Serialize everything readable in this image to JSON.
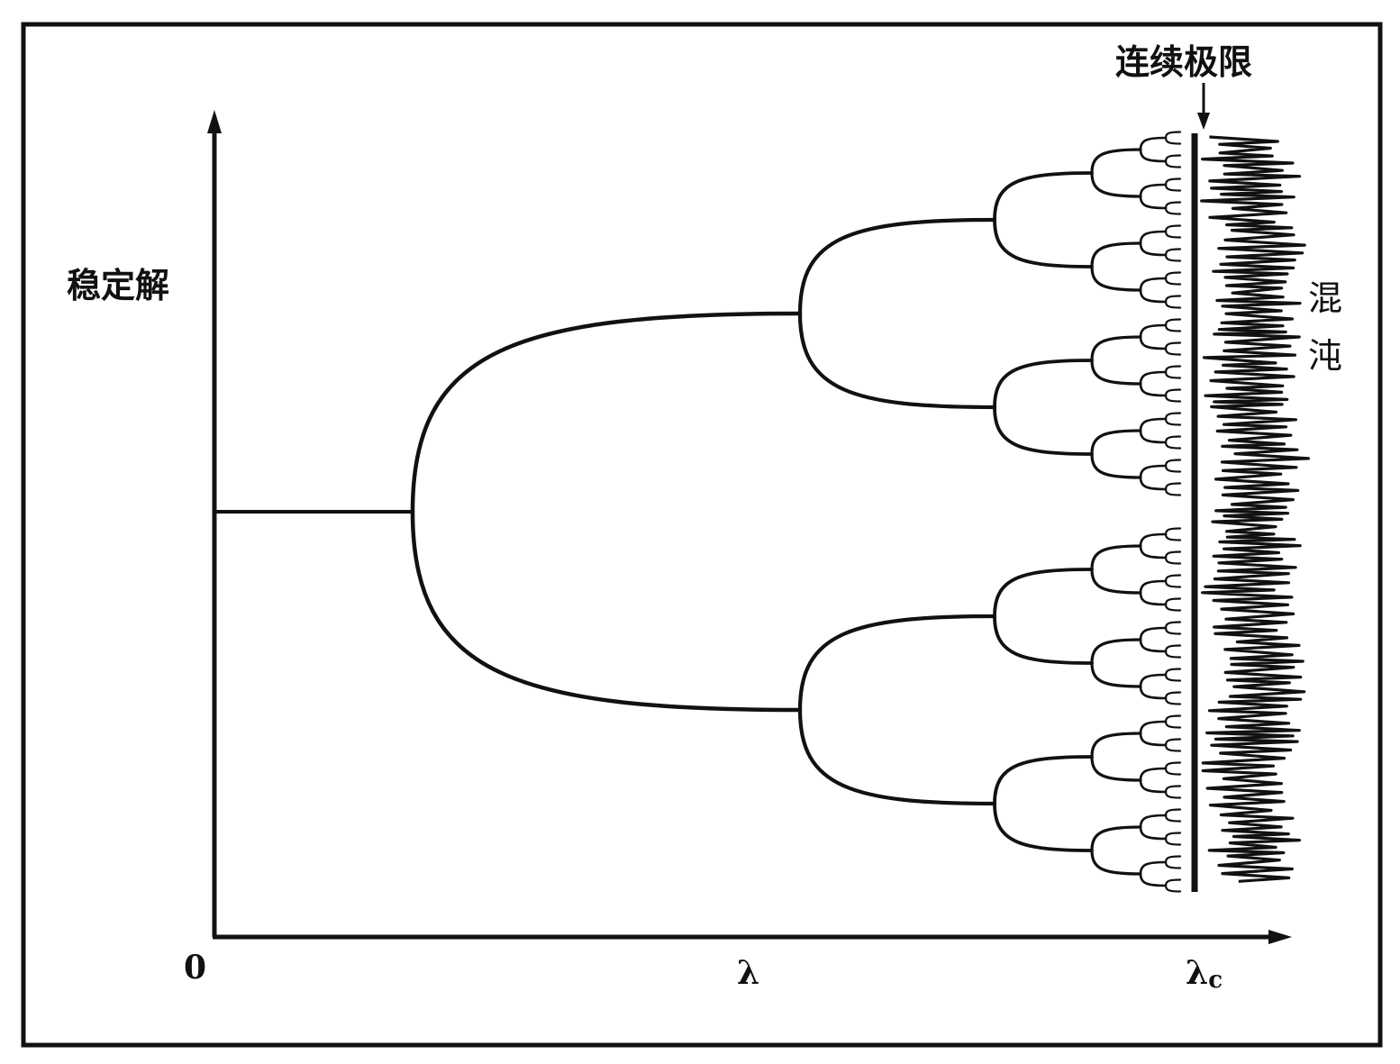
{
  "labels": {
    "y_axis": "稳定解",
    "continuous_limit": "连续极限",
    "chaos_top": "混",
    "chaos_bottom": "沌",
    "origin": "0",
    "lambda": "λ",
    "lambda_c_main": "λ",
    "lambda_c_sub": "c"
  },
  "diagram": {
    "type": "bifurcation-diagram",
    "bifurcation_levels": 6,
    "stroke_color": "#111111",
    "background_color": "#ffffff"
  }
}
